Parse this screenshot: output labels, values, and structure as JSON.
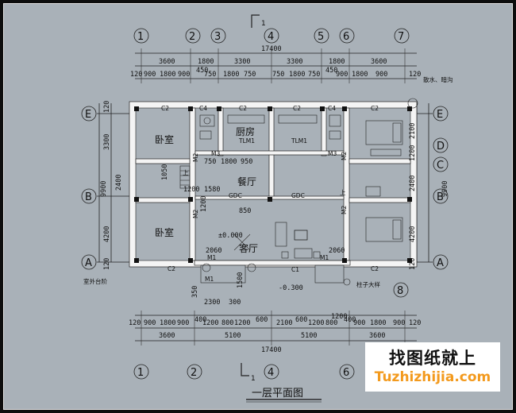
{
  "drawing": {
    "title": "一层平面图",
    "section_mark_top": "1",
    "section_mark_bottom": "1",
    "total_width": "17400",
    "total_depth": "9900",
    "axes_horizontal": [
      "1",
      "2",
      "3",
      "4",
      "5",
      "6",
      "7"
    ],
    "axes_bottom": [
      "1",
      "2",
      "4",
      "6",
      "8"
    ],
    "axes_vertical": [
      "A",
      "B",
      "C",
      "D",
      "E"
    ],
    "top_dims_row1": [
      "3600",
      "1800",
      "3300",
      "3300",
      "1800",
      "3600"
    ],
    "top_dims_row2": [
      "120",
      "900",
      "1800",
      "900",
      "450",
      "750",
      "1800",
      "750",
      "750",
      "1800",
      "750",
      "450",
      "900",
      "1800",
      "900",
      "120"
    ],
    "bottom_dims_row1": [
      "120",
      "900",
      "1800",
      "900",
      "400",
      "1200",
      "800",
      "1200",
      "600",
      "2100",
      "600",
      "1200",
      "800",
      "1200",
      "400",
      "900",
      "1800",
      "900",
      "120"
    ],
    "bottom_dims_row2": [
      "3600",
      "5100",
      "5100",
      "3600"
    ],
    "left_dims": [
      "120",
      "3300",
      "2400",
      "4200",
      "120"
    ],
    "right_dims": [
      "2100",
      "1200",
      "2400",
      "4200",
      "120"
    ],
    "right_total": "9900",
    "rooms": {
      "bedroom_top": "卧室",
      "kitchen": "厨房",
      "dining": "餐厅",
      "bedroom_bottom": "卧室",
      "living": "客厅"
    },
    "tags": {
      "c2": "C2",
      "c4": "C4",
      "c1": "C1",
      "m1": "M1",
      "m2": "M2",
      "m3": "M3",
      "tlm1": "TLM1",
      "gdc": "GDC",
      "up": "上",
      "elev_floor": "±0.000",
      "elev_outside": "-0.300",
      "outdoor_steps": "室外台阶",
      "rain_note": "散水、暗沟",
      "column_note": "柱子大样"
    },
    "inner_dims": [
      "750",
      "1800",
      "950",
      "1050",
      "1200",
      "1580",
      "1200",
      "1500",
      "2060",
      "350",
      "2300",
      "300",
      "850"
    ]
  },
  "logo": {
    "cn": "找图纸就上",
    "en": "Tuzhizhijia.com"
  }
}
